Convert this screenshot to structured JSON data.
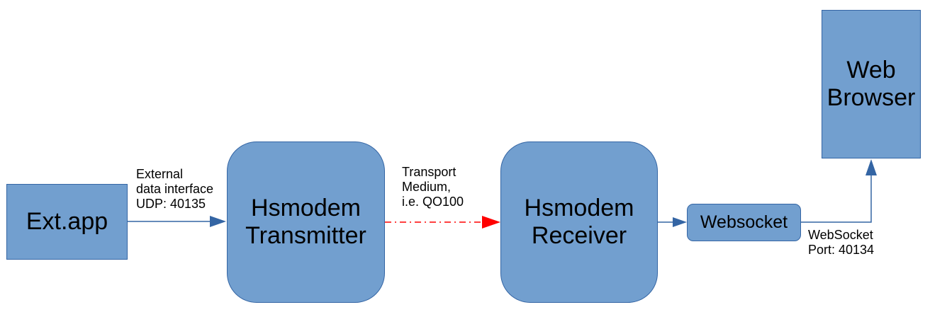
{
  "nodes": {
    "ext_app": "Ext.app",
    "transmitter": "Hsmodem\nTransmitter",
    "receiver": "Hsmodem\nReceiver",
    "websocket": "Websocket",
    "browser": "Web\nBrowser"
  },
  "labels": {
    "udp_interface": "External\ndata interface\nUDP: 40135",
    "transport_medium": "Transport\nMedium,\ni.e. QO100",
    "websocket_port": "WebSocket\nPort: 40134"
  },
  "colors": {
    "box_fill": "#729fcf",
    "box_border": "#3465a4",
    "connector": "#3465a4",
    "transport_link": "#ff0000"
  }
}
